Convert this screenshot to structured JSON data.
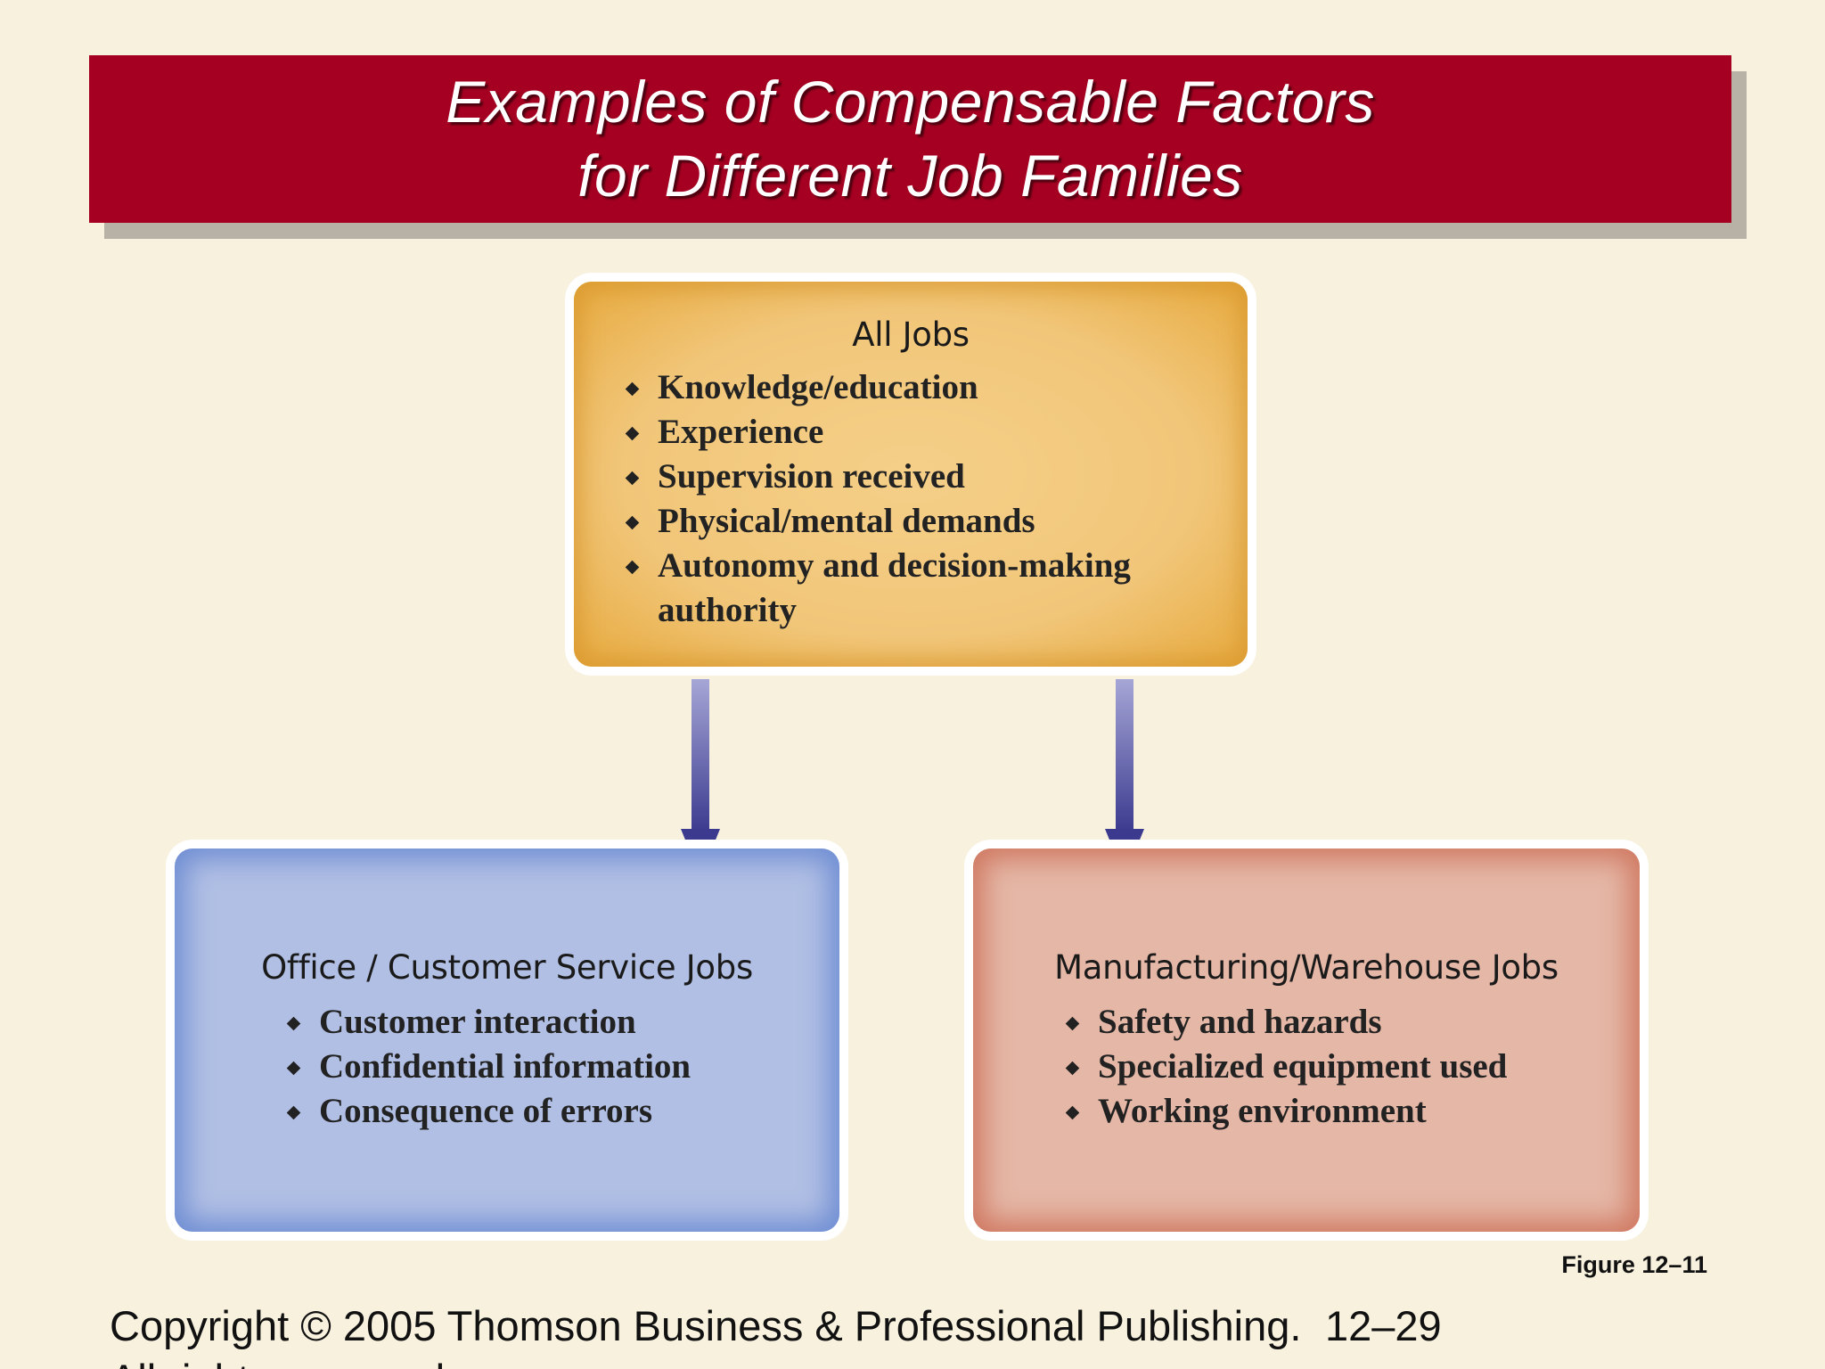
{
  "title": {
    "line1": "Examples of Compensable Factors",
    "line2": "for Different Job Families"
  },
  "boxes": {
    "all_jobs": {
      "heading": "All Jobs",
      "items": [
        "Knowledge/education",
        "Experience",
        "Supervision received",
        "Physical/mental demands",
        "Autonomy and decision-making"
      ],
      "item_continuation": "authority"
    },
    "office": {
      "heading": "Office / Customer Service Jobs",
      "items": [
        "Customer interaction",
        "Confidential information",
        "Consequence of errors"
      ]
    },
    "manufacturing": {
      "heading": "Manufacturing/Warehouse Jobs",
      "items": [
        "Safety and hazards",
        "Specialized equipment used",
        "Working environment"
      ]
    }
  },
  "figure_label": "Figure 12–11",
  "footer": {
    "copyright": "Copyright © 2005 Thomson Business & Professional Publishing. All rights reserved.",
    "page_number": "12–29"
  },
  "colors": {
    "background": "#f7f1de",
    "title_banner": "#a50021",
    "all_jobs_box": "#f1c679",
    "office_box": "#b1bfe4",
    "manufacturing_box": "#e5b7a6",
    "arrow": "#3b3a8f"
  },
  "icons": {
    "bullet": "diamond-bullet-icon",
    "connector": "down-arrow-icon"
  }
}
